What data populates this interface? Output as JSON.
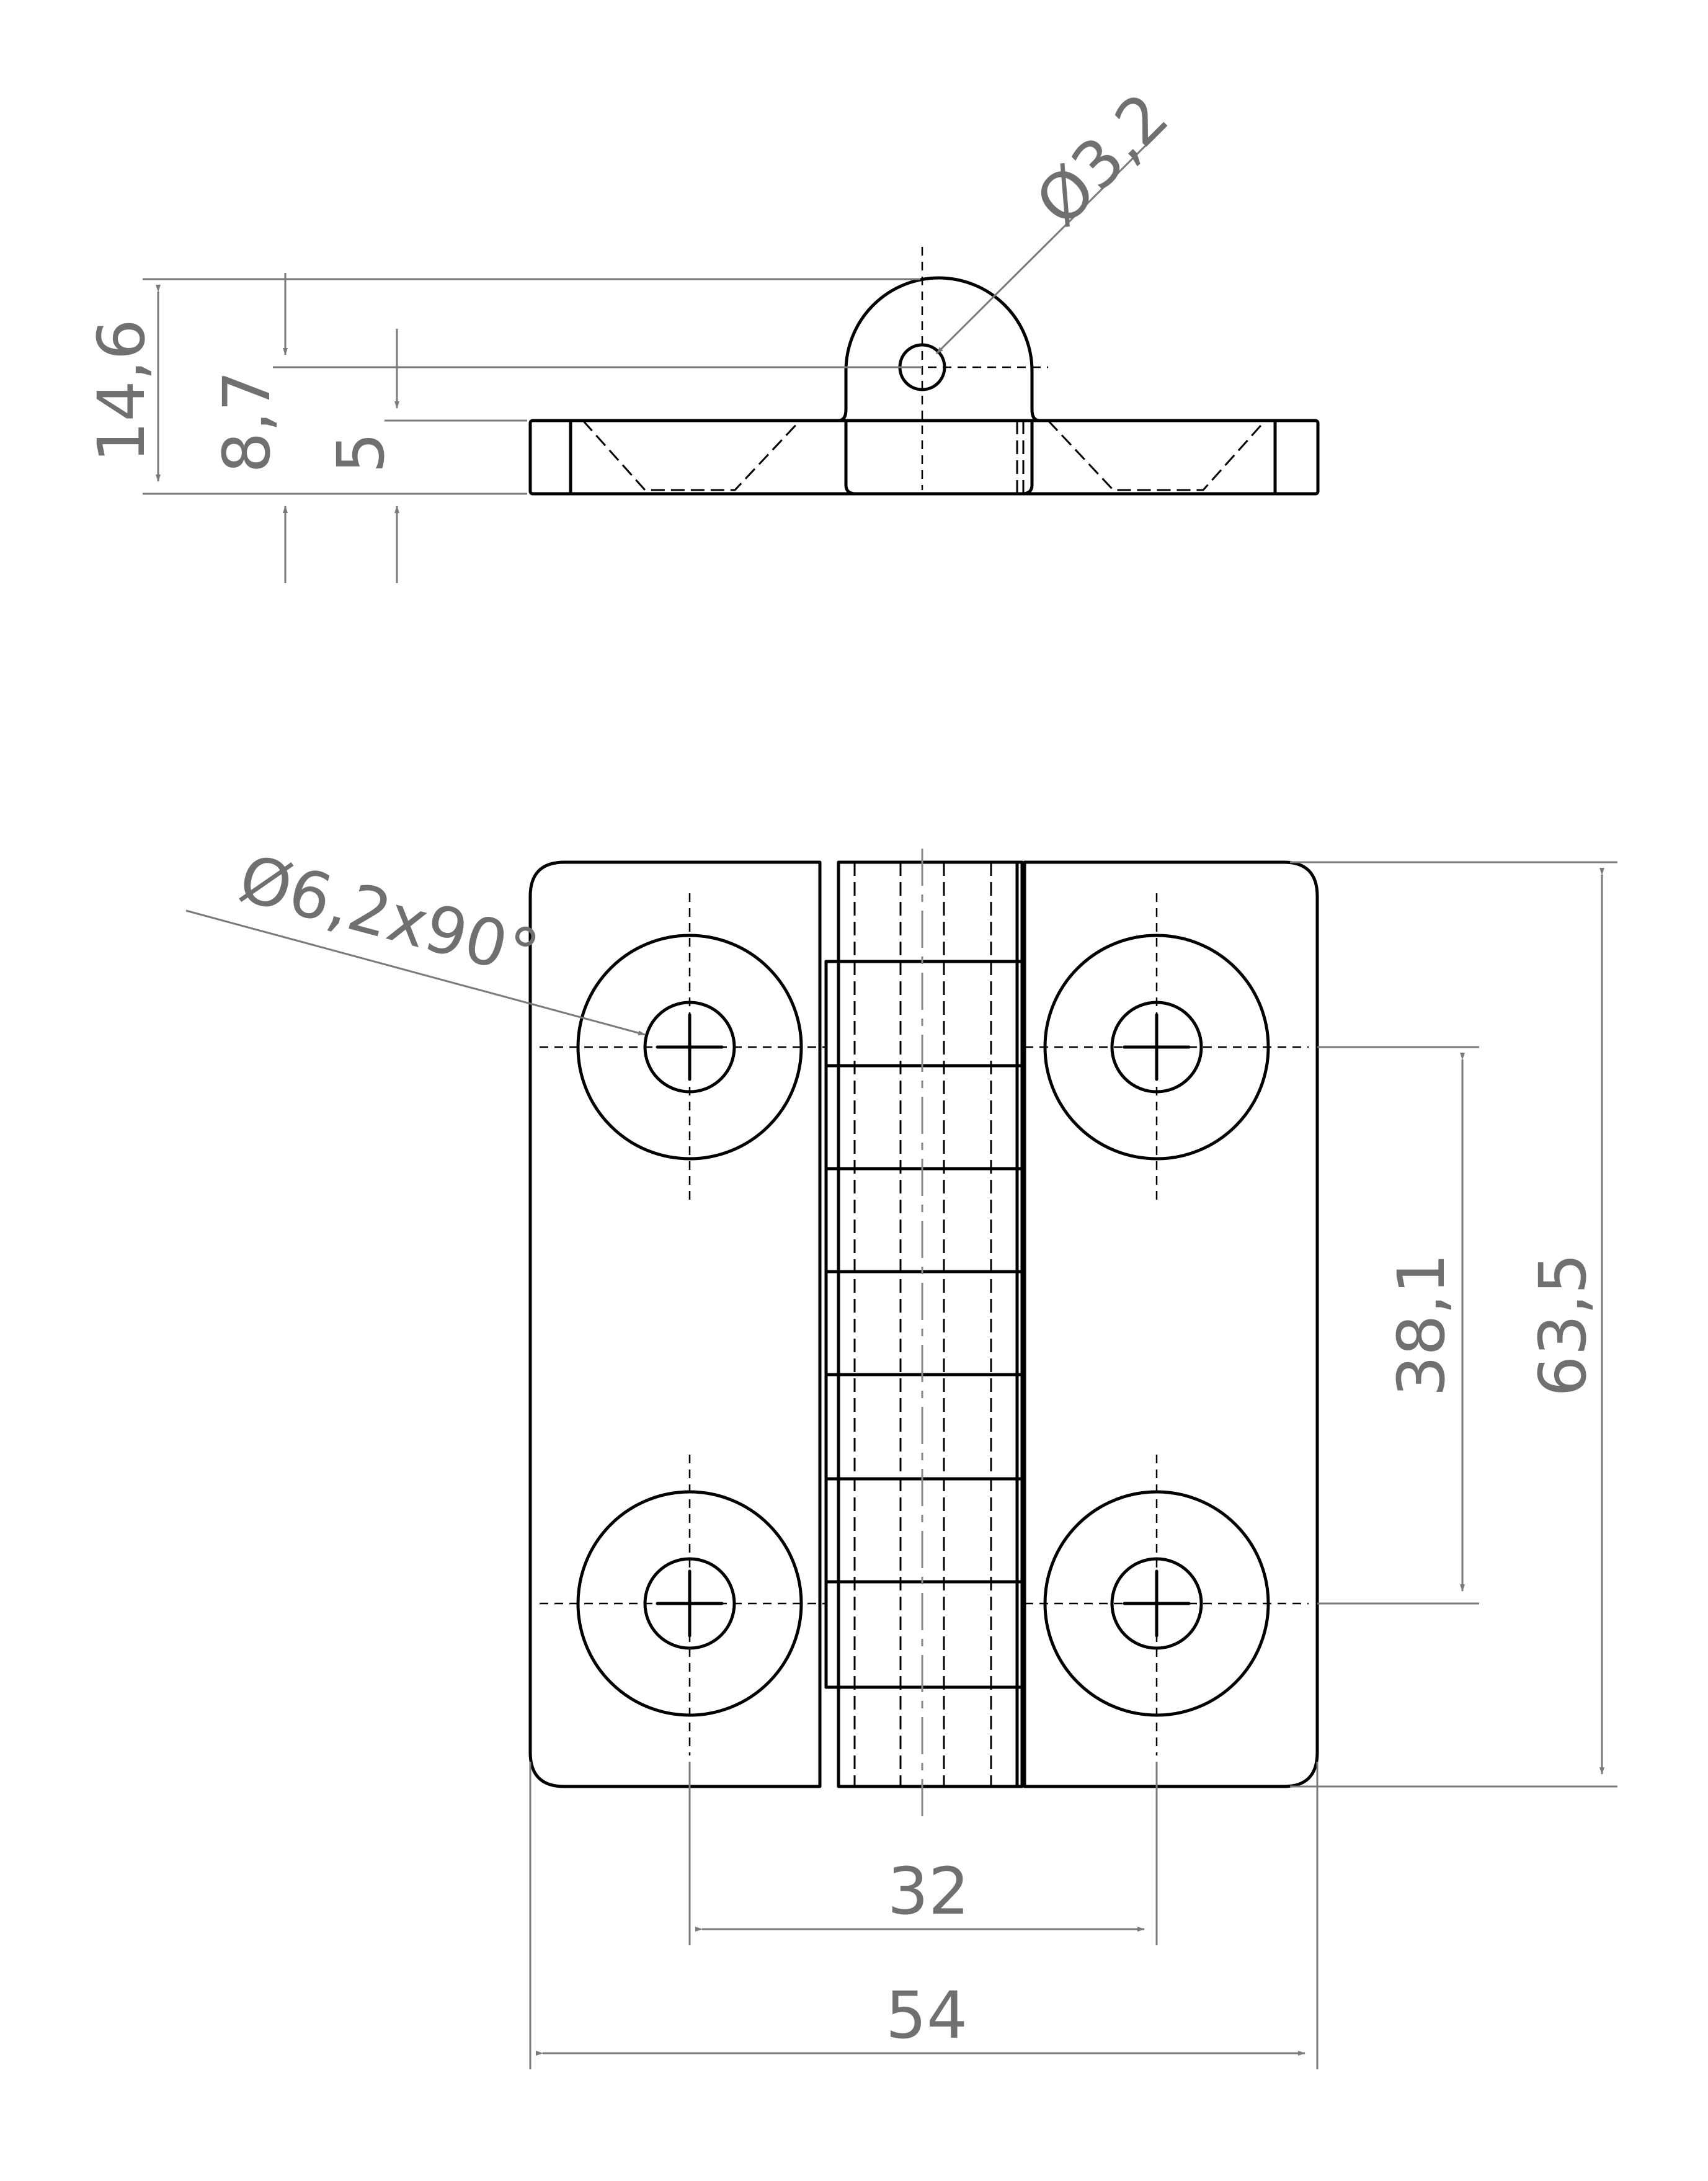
{
  "title": "",
  "dimensions": {
    "overall_height": "14,6",
    "pin_axis_height": "8,7",
    "leaf_thickness": "5",
    "pin_hole_diameter": "Ø3,2",
    "countersink": "Ø6,2x90°",
    "hole_spacing_vertical": "38,1",
    "overall_length": "63,5",
    "hole_spacing_horizontal": "32",
    "overall_width": "54"
  }
}
